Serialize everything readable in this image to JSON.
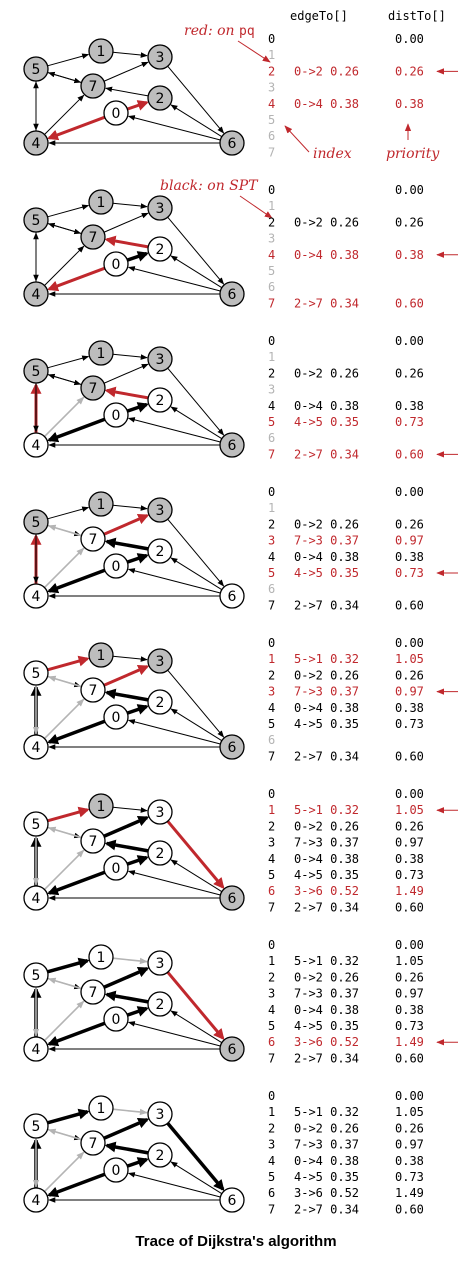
{
  "caption": "Trace of Dijkstra's algorithm",
  "headers": {
    "edge_to": "edgeTo[]",
    "dist_to": "distTo[]"
  },
  "annotations": {
    "red_prefix": "red:",
    "red_on": " on ",
    "red_pq": "pq",
    "black_prefix": "black:",
    "black_on": " on SPT",
    "index": "index",
    "priority": "priority"
  },
  "colors": {
    "red": "#c0282d",
    "black": "#000000",
    "gray": "#b4b4b4",
    "node_gray": "#bdbdbd"
  },
  "graph": {
    "nodes": [
      "0",
      "1",
      "2",
      "3",
      "4",
      "5",
      "6",
      "7"
    ],
    "edges": [
      {
        "from": "0",
        "to": "2"
      },
      {
        "from": "0",
        "to": "4"
      },
      {
        "from": "2",
        "to": "7"
      },
      {
        "from": "4",
        "to": "5"
      },
      {
        "from": "4",
        "to": "7"
      },
      {
        "from": "5",
        "to": "1"
      },
      {
        "from": "5",
        "to": "7"
      },
      {
        "from": "7",
        "to": "3"
      },
      {
        "from": "7",
        "to": "5"
      },
      {
        "from": "1",
        "to": "3"
      },
      {
        "from": "3",
        "to": "6"
      },
      {
        "from": "6",
        "to": "2"
      },
      {
        "from": "6",
        "to": "0"
      },
      {
        "from": "6",
        "to": "4"
      },
      {
        "from": "5",
        "to": "4"
      }
    ]
  },
  "steps": [
    {
      "nodes": {
        "0": "white",
        "1": "gray",
        "2": "gray",
        "3": "gray",
        "4": "gray",
        "5": "gray",
        "6": "gray",
        "7": "gray"
      },
      "edges": {
        "0-2": "red",
        "0-4": "red"
      },
      "table": [
        {
          "v": "0",
          "edge": "",
          "dist": "0.00",
          "state": "tree"
        },
        {
          "v": "1",
          "edge": "",
          "dist": "",
          "state": "empty"
        },
        {
          "v": "2",
          "edge": "0->2 0.26",
          "dist": "0.26",
          "state": "pq",
          "min": true
        },
        {
          "v": "3",
          "edge": "",
          "dist": "",
          "state": "empty"
        },
        {
          "v": "4",
          "edge": "0->4 0.38",
          "dist": "0.38",
          "state": "pq"
        },
        {
          "v": "5",
          "edge": "",
          "dist": "",
          "state": "empty"
        },
        {
          "v": "6",
          "edge": "",
          "dist": "",
          "state": "empty"
        },
        {
          "v": "7",
          "edge": "",
          "dist": "",
          "state": "empty"
        }
      ]
    },
    {
      "nodes": {
        "0": "white",
        "1": "gray",
        "2": "white",
        "3": "gray",
        "4": "gray",
        "5": "gray",
        "6": "gray",
        "7": "gray"
      },
      "edges": {
        "0-2": "bold",
        "0-4": "red",
        "2-7": "red"
      },
      "table": [
        {
          "v": "0",
          "edge": "",
          "dist": "0.00",
          "state": "tree"
        },
        {
          "v": "1",
          "edge": "",
          "dist": "",
          "state": "empty"
        },
        {
          "v": "2",
          "edge": "0->2 0.26",
          "dist": "0.26",
          "state": "tree"
        },
        {
          "v": "3",
          "edge": "",
          "dist": "",
          "state": "empty"
        },
        {
          "v": "4",
          "edge": "0->4 0.38",
          "dist": "0.38",
          "state": "pq",
          "min": true
        },
        {
          "v": "5",
          "edge": "",
          "dist": "",
          "state": "empty"
        },
        {
          "v": "6",
          "edge": "",
          "dist": "",
          "state": "empty"
        },
        {
          "v": "7",
          "edge": "2->7 0.34",
          "dist": "0.60",
          "state": "pq"
        }
      ]
    },
    {
      "nodes": {
        "0": "white",
        "1": "gray",
        "2": "white",
        "3": "gray",
        "4": "white",
        "5": "gray",
        "6": "gray",
        "7": "gray"
      },
      "edges": {
        "0-2": "bold",
        "0-4": "bold",
        "2-7": "red",
        "4-5": "red",
        "4-7": "gray"
      },
      "table": [
        {
          "v": "0",
          "edge": "",
          "dist": "0.00",
          "state": "tree"
        },
        {
          "v": "1",
          "edge": "",
          "dist": "",
          "state": "empty"
        },
        {
          "v": "2",
          "edge": "0->2 0.26",
          "dist": "0.26",
          "state": "tree"
        },
        {
          "v": "3",
          "edge": "",
          "dist": "",
          "state": "empty"
        },
        {
          "v": "4",
          "edge": "0->4 0.38",
          "dist": "0.38",
          "state": "tree"
        },
        {
          "v": "5",
          "edge": "4->5 0.35",
          "dist": "0.73",
          "state": "pq"
        },
        {
          "v": "6",
          "edge": "",
          "dist": "",
          "state": "empty"
        },
        {
          "v": "7",
          "edge": "2->7 0.34",
          "dist": "0.60",
          "state": "pq",
          "min": true
        }
      ]
    },
    {
      "nodes": {
        "0": "white",
        "1": "gray",
        "2": "white",
        "3": "gray",
        "4": "white",
        "5": "gray",
        "6": "white",
        "7": "white"
      },
      "edges": {
        "0-2": "bold",
        "0-4": "bold",
        "2-7": "bold",
        "4-5": "red",
        "4-7": "gray",
        "7-3": "red",
        "7-5": "gray"
      },
      "table": [
        {
          "v": "0",
          "edge": "",
          "dist": "0.00",
          "state": "tree"
        },
        {
          "v": "1",
          "edge": "",
          "dist": "",
          "state": "empty"
        },
        {
          "v": "2",
          "edge": "0->2 0.26",
          "dist": "0.26",
          "state": "tree"
        },
        {
          "v": "3",
          "edge": "7->3 0.37",
          "dist": "0.97",
          "state": "pq"
        },
        {
          "v": "4",
          "edge": "0->4 0.38",
          "dist": "0.38",
          "state": "tree"
        },
        {
          "v": "5",
          "edge": "4->5 0.35",
          "dist": "0.73",
          "state": "pq",
          "min": true
        },
        {
          "v": "6",
          "edge": "",
          "dist": "",
          "state": "empty"
        },
        {
          "v": "7",
          "edge": "2->7 0.34",
          "dist": "0.60",
          "state": "tree"
        }
      ]
    },
    {
      "nodes": {
        "0": "white",
        "1": "gray",
        "2": "white",
        "3": "gray",
        "4": "white",
        "5": "white",
        "6": "gray",
        "7": "white"
      },
      "edges": {
        "0-2": "bold",
        "0-4": "bold",
        "2-7": "bold",
        "4-5": "bold",
        "4-7": "gray",
        "7-3": "red",
        "7-5": "gray",
        "5-1": "red",
        "5-4": "gray"
      },
      "table": [
        {
          "v": "0",
          "edge": "",
          "dist": "0.00",
          "state": "tree"
        },
        {
          "v": "1",
          "edge": "5->1 0.32",
          "dist": "1.05",
          "state": "pq"
        },
        {
          "v": "2",
          "edge": "0->2 0.26",
          "dist": "0.26",
          "state": "tree"
        },
        {
          "v": "3",
          "edge": "7->3 0.37",
          "dist": "0.97",
          "state": "pq",
          "min": true
        },
        {
          "v": "4",
          "edge": "0->4 0.38",
          "dist": "0.38",
          "state": "tree"
        },
        {
          "v": "5",
          "edge": "4->5 0.35",
          "dist": "0.73",
          "state": "tree"
        },
        {
          "v": "6",
          "edge": "",
          "dist": "",
          "state": "empty"
        },
        {
          "v": "7",
          "edge": "2->7 0.34",
          "dist": "0.60",
          "state": "tree"
        }
      ]
    },
    {
      "nodes": {
        "0": "white",
        "1": "gray",
        "2": "white",
        "3": "white",
        "4": "white",
        "5": "white",
        "6": "gray",
        "7": "white"
      },
      "edges": {
        "0-2": "bold",
        "0-4": "bold",
        "2-7": "bold",
        "4-5": "bold",
        "4-7": "gray",
        "7-3": "bold",
        "7-5": "gray",
        "5-1": "red",
        "5-4": "gray",
        "3-6": "red"
      },
      "table": [
        {
          "v": "0",
          "edge": "",
          "dist": "0.00",
          "state": "tree"
        },
        {
          "v": "1",
          "edge": "5->1 0.32",
          "dist": "1.05",
          "state": "pq",
          "min": true
        },
        {
          "v": "2",
          "edge": "0->2 0.26",
          "dist": "0.26",
          "state": "tree"
        },
        {
          "v": "3",
          "edge": "7->3 0.37",
          "dist": "0.97",
          "state": "tree"
        },
        {
          "v": "4",
          "edge": "0->4 0.38",
          "dist": "0.38",
          "state": "tree"
        },
        {
          "v": "5",
          "edge": "4->5 0.35",
          "dist": "0.73",
          "state": "tree"
        },
        {
          "v": "6",
          "edge": "3->6 0.52",
          "dist": "1.49",
          "state": "pq"
        },
        {
          "v": "7",
          "edge": "2->7 0.34",
          "dist": "0.60",
          "state": "tree"
        }
      ]
    },
    {
      "nodes": {
        "0": "white",
        "1": "white",
        "2": "white",
        "3": "white",
        "4": "white",
        "5": "white",
        "6": "gray",
        "7": "white"
      },
      "edges": {
        "0-2": "bold",
        "0-4": "bold",
        "2-7": "bold",
        "4-5": "bold",
        "4-7": "gray",
        "7-3": "bold",
        "7-5": "gray",
        "5-1": "bold",
        "5-4": "gray",
        "3-6": "red",
        "1-3": "gray"
      },
      "table": [
        {
          "v": "0",
          "edge": "",
          "dist": "0.00",
          "state": "tree"
        },
        {
          "v": "1",
          "edge": "5->1 0.32",
          "dist": "1.05",
          "state": "tree"
        },
        {
          "v": "2",
          "edge": "0->2 0.26",
          "dist": "0.26",
          "state": "tree"
        },
        {
          "v": "3",
          "edge": "7->3 0.37",
          "dist": "0.97",
          "state": "tree"
        },
        {
          "v": "4",
          "edge": "0->4 0.38",
          "dist": "0.38",
          "state": "tree"
        },
        {
          "v": "5",
          "edge": "4->5 0.35",
          "dist": "0.73",
          "state": "tree"
        },
        {
          "v": "6",
          "edge": "3->6 0.52",
          "dist": "1.49",
          "state": "pq",
          "min": true
        },
        {
          "v": "7",
          "edge": "2->7 0.34",
          "dist": "0.60",
          "state": "tree"
        }
      ]
    },
    {
      "nodes": {
        "0": "white",
        "1": "white",
        "2": "white",
        "3": "white",
        "4": "white",
        "5": "white",
        "6": "white",
        "7": "white"
      },
      "edges": {
        "0-2": "bold",
        "0-4": "bold",
        "2-7": "bold",
        "4-5": "bold",
        "4-7": "gray",
        "7-3": "bold",
        "7-5": "gray",
        "5-1": "bold",
        "5-4": "gray",
        "3-6": "bold",
        "1-3": "gray"
      },
      "table": [
        {
          "v": "0",
          "edge": "",
          "dist": "0.00",
          "state": "tree"
        },
        {
          "v": "1",
          "edge": "5->1 0.32",
          "dist": "1.05",
          "state": "tree"
        },
        {
          "v": "2",
          "edge": "0->2 0.26",
          "dist": "0.26",
          "state": "tree"
        },
        {
          "v": "3",
          "edge": "7->3 0.37",
          "dist": "0.97",
          "state": "tree"
        },
        {
          "v": "4",
          "edge": "0->4 0.38",
          "dist": "0.38",
          "state": "tree"
        },
        {
          "v": "5",
          "edge": "4->5 0.35",
          "dist": "0.73",
          "state": "tree"
        },
        {
          "v": "6",
          "edge": "3->6 0.52",
          "dist": "1.49",
          "state": "tree"
        },
        {
          "v": "7",
          "edge": "2->7 0.34",
          "dist": "0.60",
          "state": "tree"
        }
      ]
    }
  ]
}
